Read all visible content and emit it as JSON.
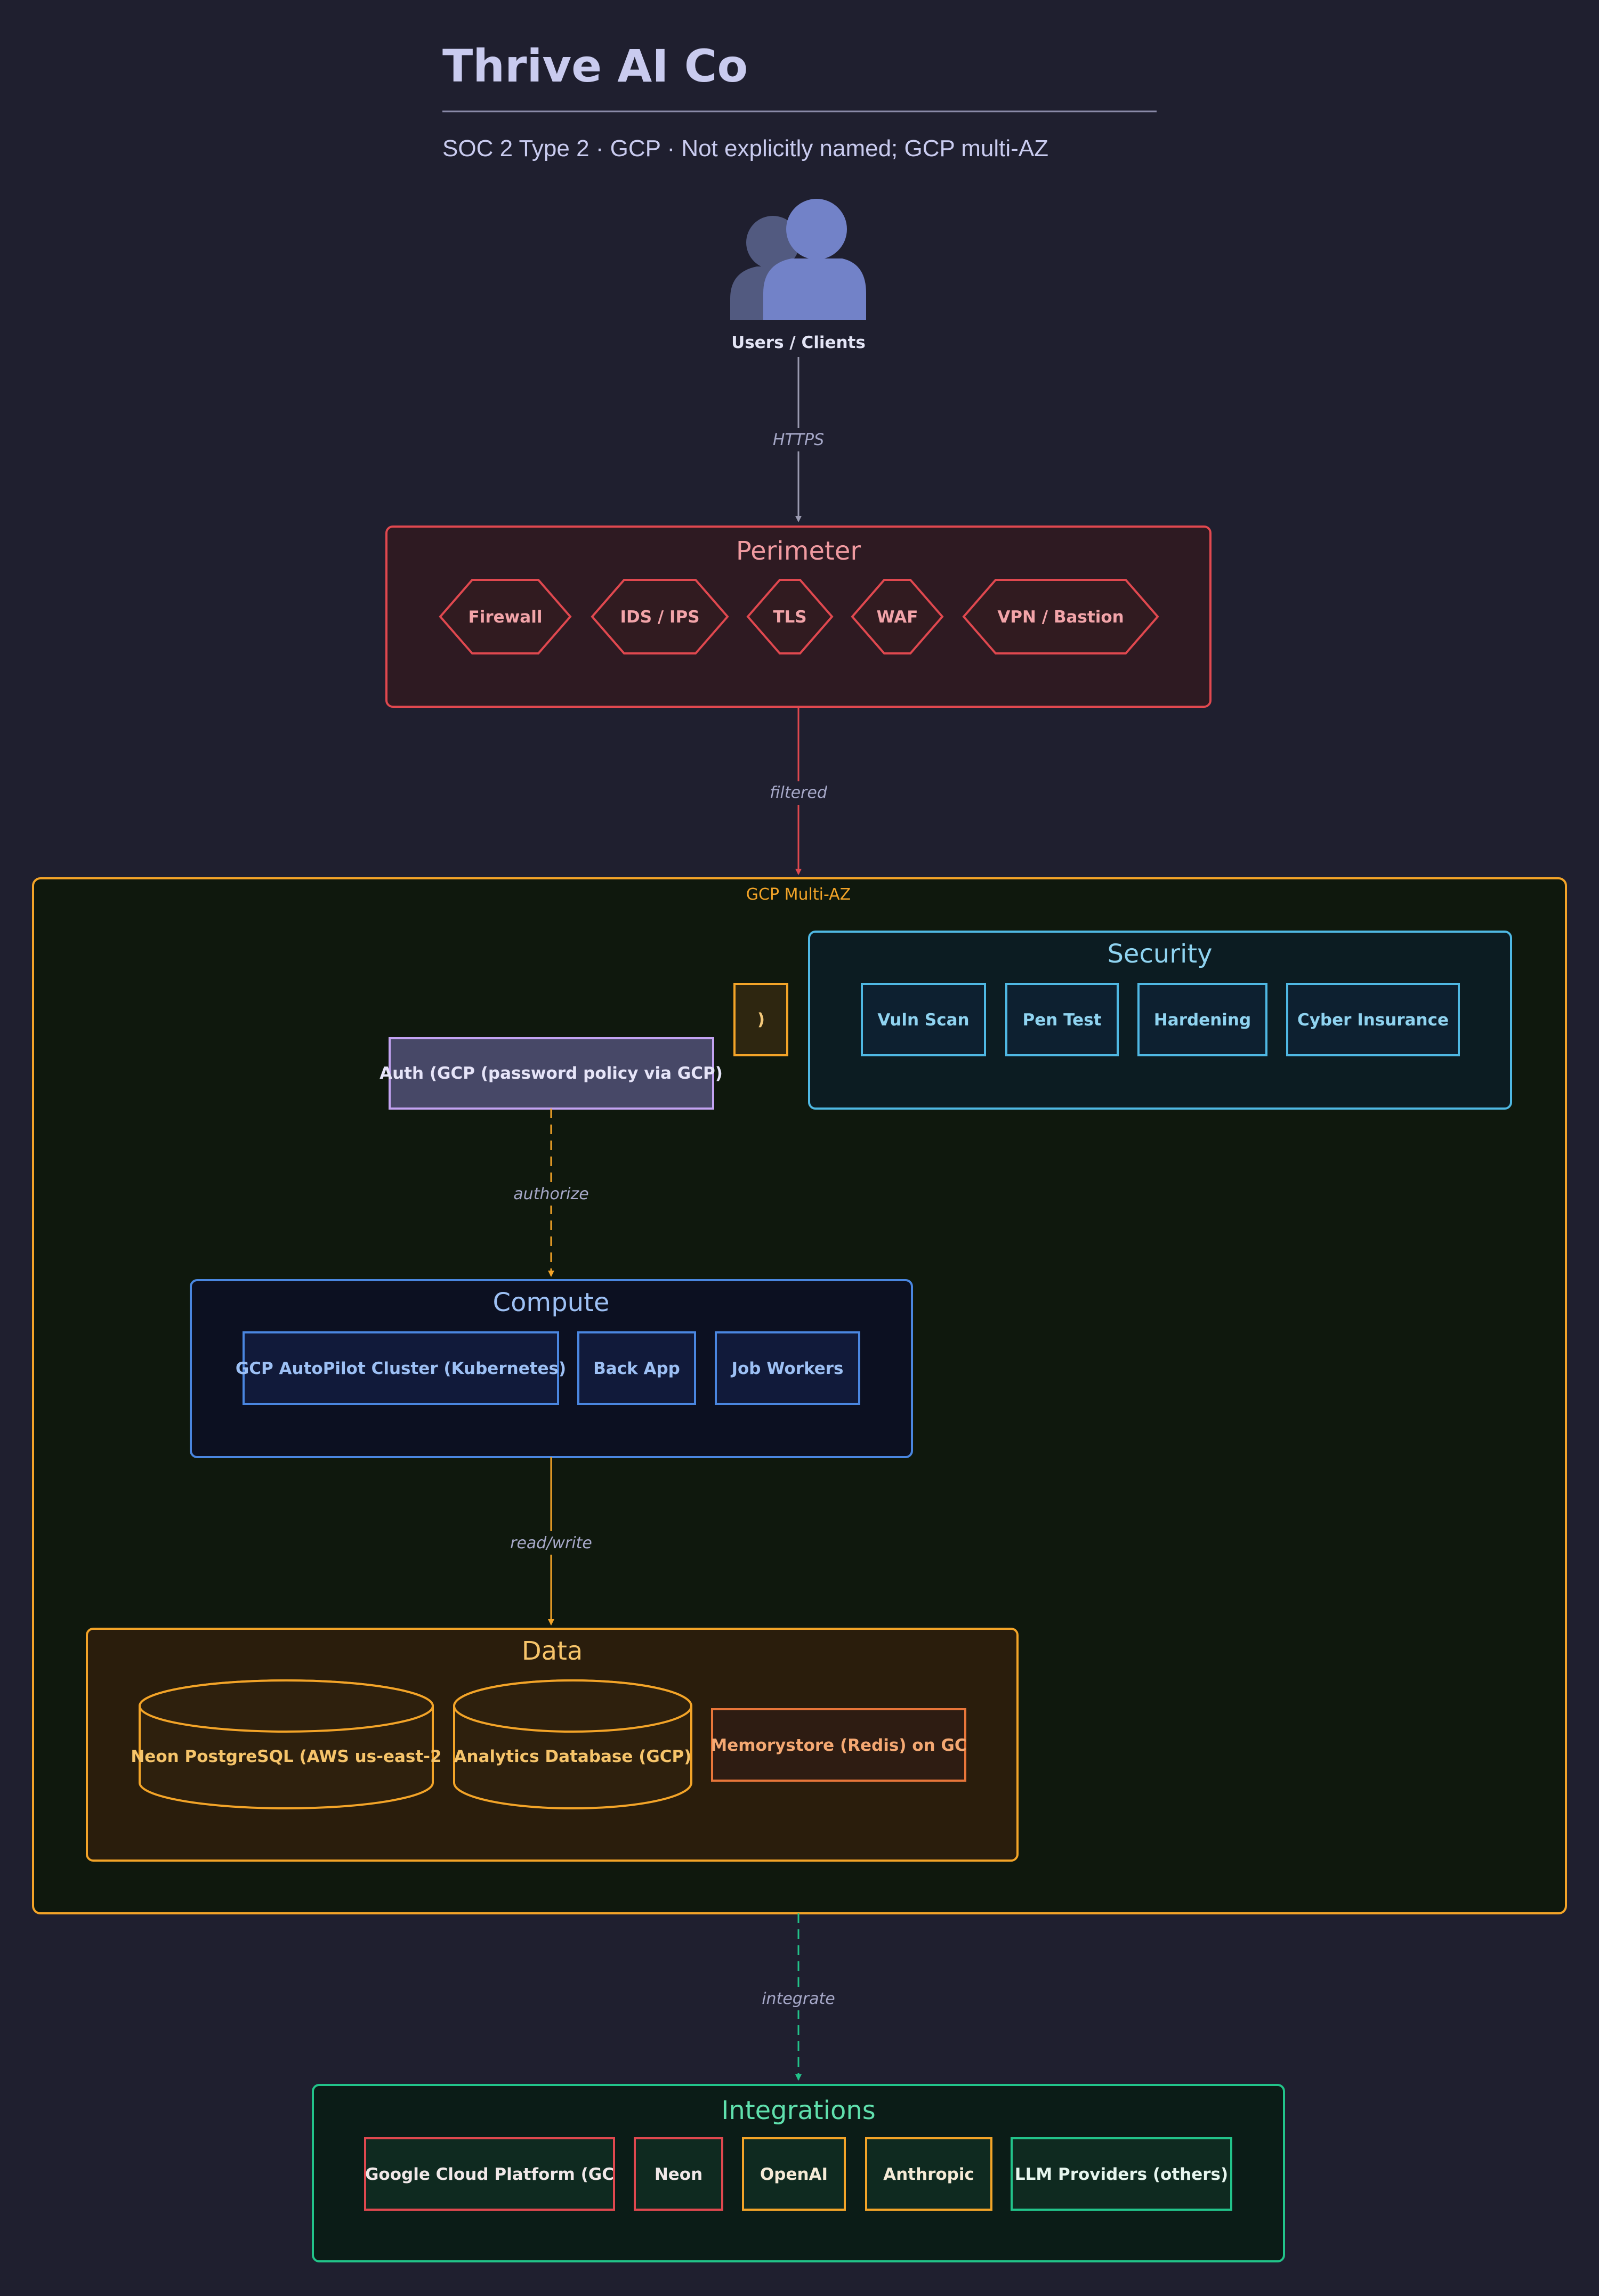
{
  "header": {
    "title": "Thrive AI Co",
    "subtitle": "SOC 2 Type 2 · GCP · Not explicitly named; GCP multi-AZ"
  },
  "users": {
    "label": "Users / Clients",
    "icon": "users-icon"
  },
  "edges": {
    "https": "HTTPS",
    "filtered": "filtered",
    "authorize": "authorize",
    "read_write": "read/write",
    "integrate": "integrate"
  },
  "perimeter": {
    "title": "Perimeter",
    "items": [
      "Firewall",
      "IDS / IPS",
      "TLS",
      "WAF",
      "VPN / Bastion"
    ]
  },
  "region": {
    "label": "GCP Multi-AZ"
  },
  "security": {
    "title": "Security",
    "items": [
      "Vuln Scan",
      "Pen Test",
      "Hardening",
      "Cyber Insurance"
    ]
  },
  "orphan_node": {
    "label": ")"
  },
  "auth": {
    "label": "Auth (GCP (password policy via GCP)"
  },
  "compute": {
    "title": "Compute",
    "items": [
      "GCP AutoPilot Cluster (Kubernetes)",
      "Back App",
      "Job Workers"
    ]
  },
  "data": {
    "title": "Data",
    "items": [
      "Neon PostgreSQL (AWS us-east-2",
      "Analytics Database (GCP)",
      "Memorystore (Redis) on GC"
    ]
  },
  "integrations": {
    "title": "Integrations",
    "items": [
      "Google Cloud Platform (GC",
      "Neon",
      "OpenAI",
      "Anthropic",
      "LLM Providers (others)"
    ]
  },
  "colors": {
    "background": "#1f1f2f",
    "perimeter": "#e0484f",
    "region": "#f3a428",
    "security": "#4fb8e3",
    "compute": "#4a86e0",
    "data": "#f3a428",
    "integrations": "#22c38a",
    "auth": "#c3a3f2"
  }
}
